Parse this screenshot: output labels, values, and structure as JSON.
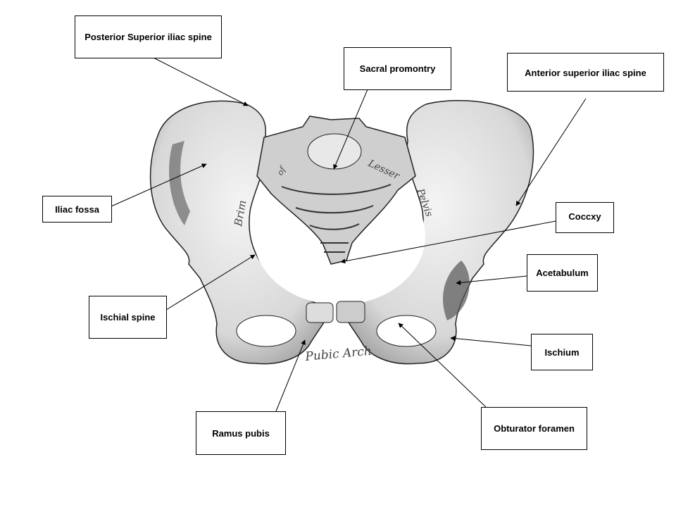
{
  "title": "Pelvis anatomy diagram",
  "labels": {
    "psis": "Posterior Superior iliac spine",
    "sacral": "Sacral promontry",
    "asis": "Anterior superior iliac spine",
    "iliac_fossa": "Iliac fossa",
    "coccyx": "Coccxy",
    "acetabulum": "Acetabulum",
    "ischial_spine": "Ischial spine",
    "ischium": "Ischium",
    "ramus": "Ramus pubis",
    "obturator": "Obturator foramen"
  },
  "illustration_text": {
    "brim": "Brim",
    "of": "of",
    "lesser": "Lesser",
    "pelvis": "Pelvis",
    "pubic_arch": "Pubic Arch"
  },
  "colors": {
    "bone": "#e4e4e4",
    "shade": "#8a8a8a",
    "outline": "#222222"
  }
}
